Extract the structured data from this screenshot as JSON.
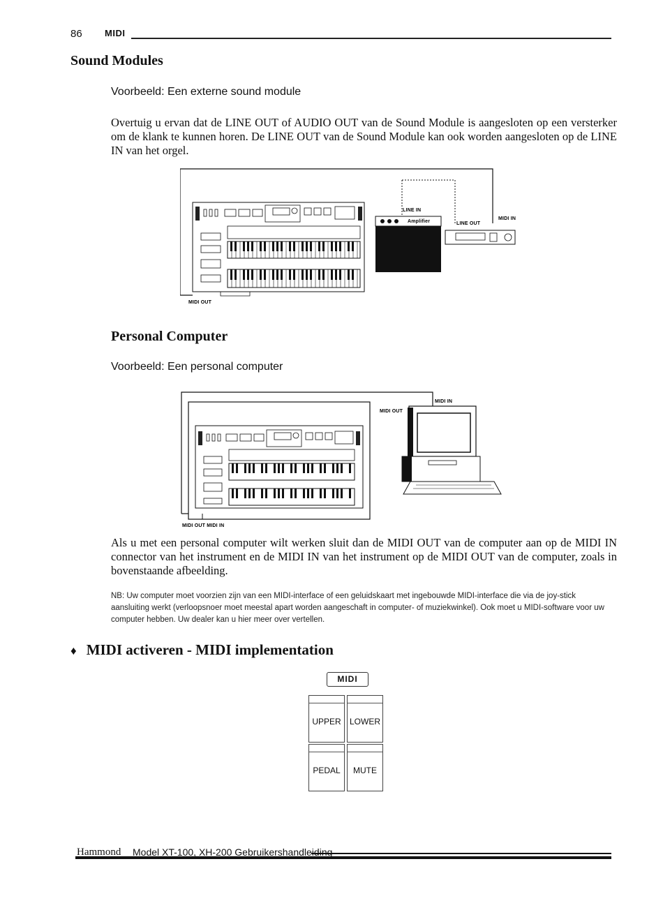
{
  "header": {
    "page_number": "86",
    "section": "MIDI"
  },
  "sound_modules": {
    "heading": "Sound Modules",
    "caption": "Voorbeeld: Een externe sound module",
    "paragraph": "Overtuig u ervan dat de LINE OUT of AUDIO OUT van de Sound Module is aangesloten op een versterker om de klank te kunnen horen. De LINE OUT van de Sound Module kan ook worden aangesloten op de LINE IN van het orgel.",
    "diagram_labels": {
      "line_in": "LINE IN",
      "amplifier": "Amplifier",
      "line_out": "LINE OUT",
      "midi_in": "MIDI IN",
      "midi_out": "MIDI OUT"
    }
  },
  "personal_computer": {
    "heading": "Personal Computer",
    "caption": "Voorbeeld: Een personal computer",
    "diagram_labels": {
      "midi_in_top": "MIDI IN",
      "midi_out_box": "MIDI OUT",
      "bottom": "MIDI OUT  MIDI IN"
    },
    "paragraph": "Als u met een personal computer wilt werken sluit dan de MIDI OUT van de computer aan op de MIDI IN connector van het instrument en de MIDI IN van het instrument op de MIDI OUT van de computer, zoals in bovenstaande afbeelding.",
    "note": "NB:   Uw computer moet voorzien zijn van een MIDI-interface of een geluidskaart met ingebouwde MIDI-interface die via de joy-stick aansluiting werkt (verloopsnoer moet meestal apart worden aangeschaft in computer- of muziekwinkel). Ook moet u MIDI-software voor uw computer hebben. Uw dealer kan u hier meer over vertellen."
  },
  "midi_activate": {
    "bullet": "♦",
    "heading": "MIDI activeren - MIDI implementation",
    "panel": {
      "midi_label": "MIDI",
      "upper": "UPPER",
      "lower": "LOWER",
      "pedal": "PEDAL",
      "mute": "MUTE"
    }
  },
  "footer": {
    "brand": "Hammond",
    "text": "Model XT-100, XH-200 Gebruikershandleiding"
  }
}
